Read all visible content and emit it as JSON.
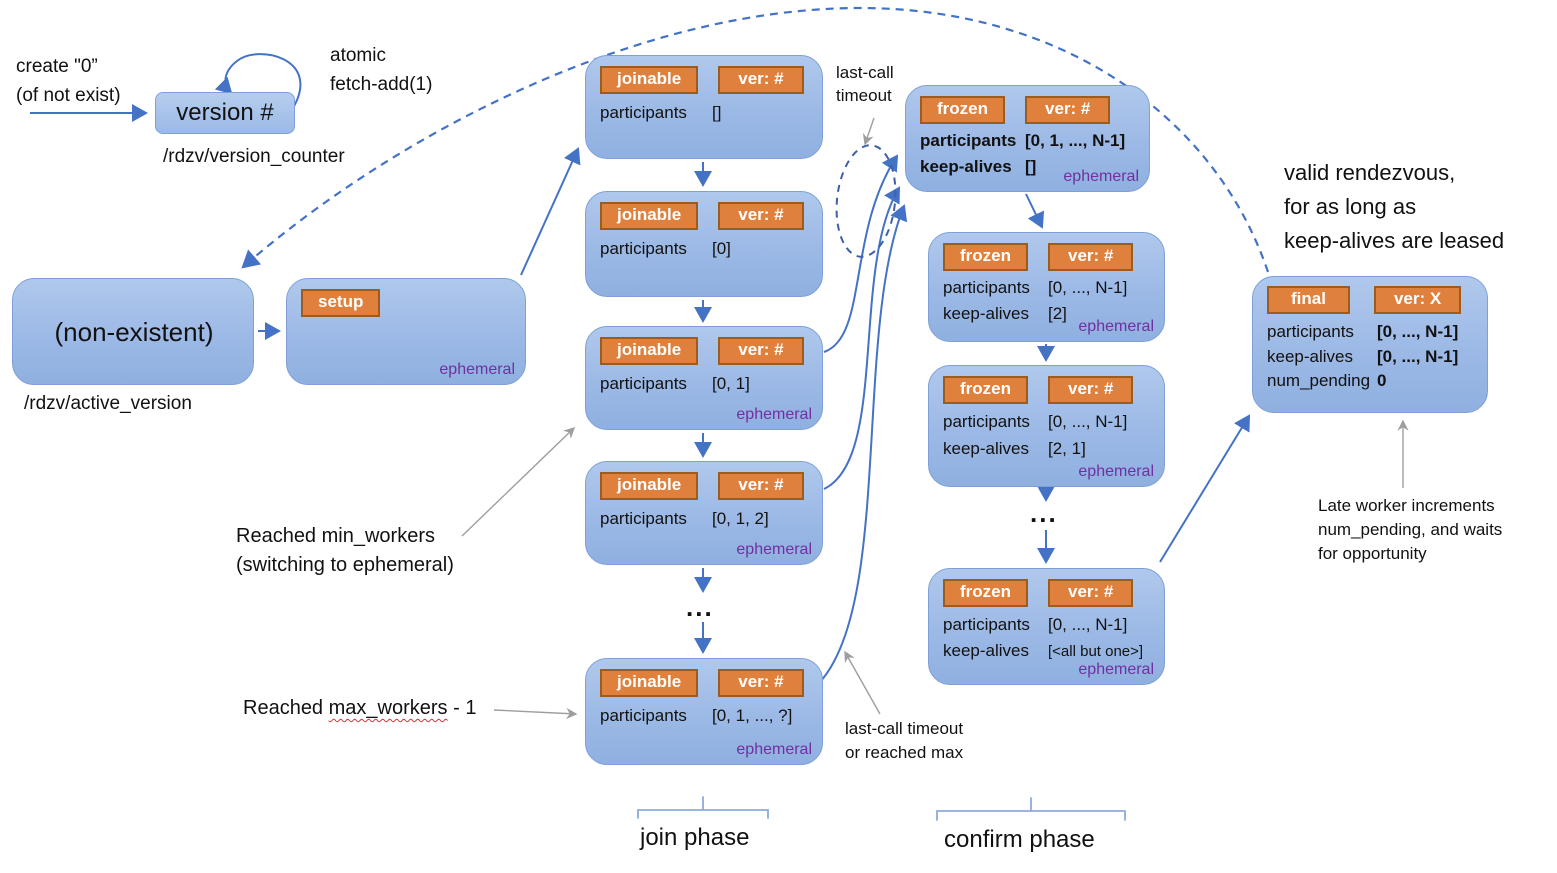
{
  "colors": {
    "box_fill_top": "#b0c8ec",
    "box_fill_bottom": "#8fb0e0",
    "box_border": "#7da0d8",
    "tag_fill": "#e0803d",
    "tag_border": "#9d5c1d",
    "arrow_blue": "#4472c4",
    "arrow_gray": "#9e9e9e",
    "ephemeral_text": "#7030a0",
    "brace": "#8ea9dc"
  },
  "version_counter": {
    "create_line1": "create \"0”",
    "create_line2": "(of not exist)",
    "box_label": "version #",
    "loop_line1": "atomic",
    "loop_line2": "fetch-add(1)",
    "path_label": "/rdzv/version_counter"
  },
  "active_version": {
    "nonexistent_label": "(non-existent)",
    "path_label": "/rdzv/active_version",
    "setup_tag": "setup",
    "ephemeral": "ephemeral"
  },
  "join_boxes": [
    {
      "state": "joinable",
      "ver": "ver: #",
      "rows": [
        [
          "participants",
          "[]"
        ]
      ],
      "ephemeral": ""
    },
    {
      "state": "joinable",
      "ver": "ver: #",
      "rows": [
        [
          "participants",
          "[0]"
        ]
      ],
      "ephemeral": ""
    },
    {
      "state": "joinable",
      "ver": "ver: #",
      "rows": [
        [
          "participants",
          "[0, 1]"
        ]
      ],
      "ephemeral": "ephemeral"
    },
    {
      "state": "joinable",
      "ver": "ver: #",
      "rows": [
        [
          "participants",
          "[0, 1, 2]"
        ]
      ],
      "ephemeral": "ephemeral"
    },
    {
      "state": "joinable",
      "ver": "ver: #",
      "rows": [
        [
          "participants",
          "[0, 1, ..., ?]"
        ]
      ],
      "ephemeral": "ephemeral"
    }
  ],
  "confirm_boxes": [
    {
      "state": "frozen",
      "ver": "ver: #",
      "rows": [
        [
          "participants",
          "[0, 1, ..., N-1]"
        ],
        [
          "keep-alives",
          "[]"
        ]
      ],
      "ephemeral": "ephemeral"
    },
    {
      "state": "frozen",
      "ver": "ver: #",
      "rows": [
        [
          "participants",
          "[0, ..., N-1]"
        ],
        [
          "keep-alives",
          "[2]"
        ]
      ],
      "ephemeral": "ephemeral"
    },
    {
      "state": "frozen",
      "ver": "ver: #",
      "rows": [
        [
          "participants",
          "[0, ..., N-1]"
        ],
        [
          "keep-alives",
          "[2, 1]"
        ]
      ],
      "ephemeral": "ephemeral"
    },
    {
      "state": "frozen",
      "ver": "ver: #",
      "rows": [
        [
          "participants",
          "[0, ..., N-1]"
        ],
        [
          "keep-alives",
          "[<all but one>]"
        ]
      ],
      "ephemeral": "ephemeral"
    }
  ],
  "final_box": {
    "state": "final",
    "ver": "ver: X",
    "rows": [
      [
        "participants",
        "[0, ..., N-1]"
      ],
      [
        "keep-alives",
        "[0, ..., N-1]"
      ],
      [
        "num_pending",
        "0"
      ]
    ]
  },
  "dots": "...",
  "annotations": {
    "last_call_timeout_line1": "last-call",
    "last_call_timeout_line2": "timeout",
    "reached_min_line1": "Reached min_workers",
    "reached_min_line2": "(switching to ephemeral)",
    "reached_max_prefix": "Reached ",
    "reached_max_word": "max_workers",
    "reached_max_suffix": " - 1",
    "last_call_or_max_line1": "last-call timeout",
    "last_call_or_max_line2": "or reached max",
    "valid_line1": "valid rendezvous,",
    "valid_line2": "for as long as",
    "valid_line3": "keep-alives are leased",
    "late_worker_line1": "Late worker increments",
    "late_worker_line2": "num_pending, and waits",
    "late_worker_line3": "for opportunity",
    "join_phase": "join phase",
    "confirm_phase": "confirm phase"
  }
}
